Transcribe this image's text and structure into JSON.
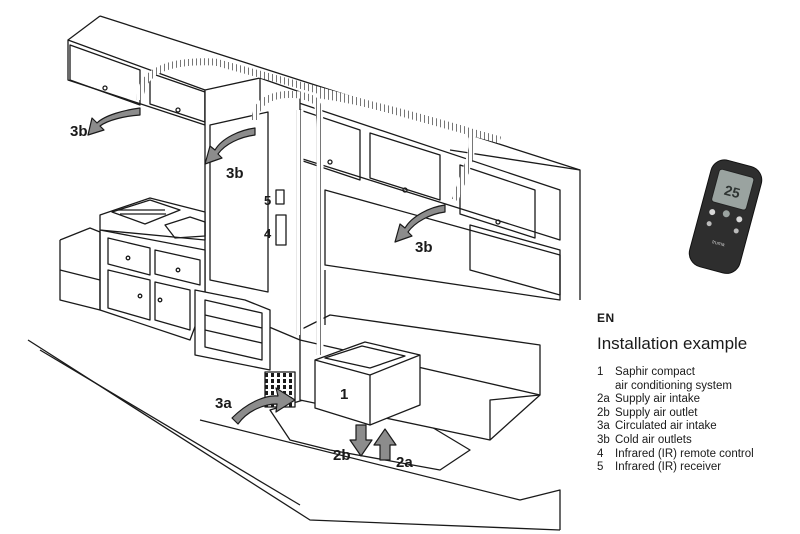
{
  "language_code": "EN",
  "heading": "Installation example",
  "callouts": {
    "unit": "1",
    "supply_intake": "2a",
    "supply_outlet": "2b",
    "circulated_intake": "3a",
    "cold_outlet": "3b",
    "remote": "4",
    "receiver": "5"
  },
  "legend": [
    {
      "num": "1",
      "text": "Saphir compact\nair conditioning system"
    },
    {
      "num": "2a",
      "text": "Supply air intake"
    },
    {
      "num": "2b",
      "text": "Supply air outlet"
    },
    {
      "num": "3a",
      "text": "Circulated air intake"
    },
    {
      "num": "3b",
      "text": "Cold air outlets"
    },
    {
      "num": "4",
      "text": "Infrared (IR) remote control"
    },
    {
      "num": "5",
      "text": "Infrared (IR) receiver"
    }
  ],
  "remote_control": {
    "display_reading": "25",
    "brand_mark": "truma"
  },
  "colors": {
    "line": "#1a1a1a",
    "arrow_fill": "#8c8c8c",
    "remote_body": "#2e2e2e",
    "remote_screen": "#9aa3a0"
  }
}
